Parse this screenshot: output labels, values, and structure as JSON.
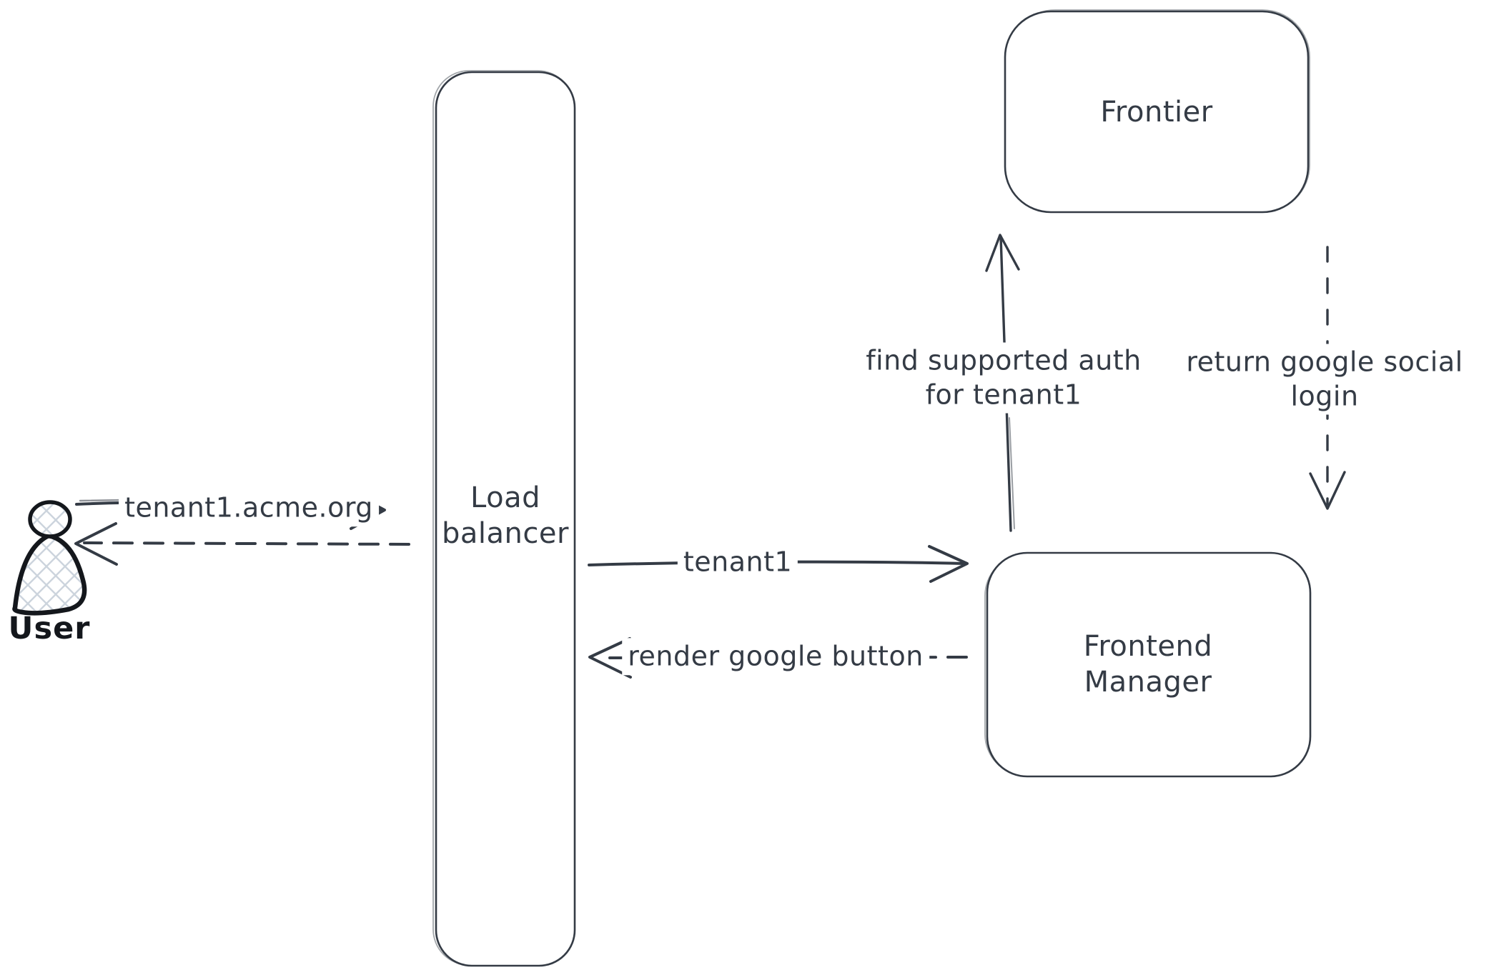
{
  "colors": {
    "stroke": "#343b45",
    "user_stroke": "#14171c",
    "crosshatch": "#ccd4dd",
    "background": "#ffffff"
  },
  "nodes": {
    "user": {
      "label": "User",
      "icon": "person-icon"
    },
    "load_balancer": {
      "label": "Load balancer"
    },
    "frontier": {
      "label": "Frontier"
    },
    "frontend_manager": {
      "label": "Frontend Manager"
    }
  },
  "messages": {
    "user_to_lb": {
      "label": "tenant1.acme.org",
      "style": "solid",
      "direction": "right"
    },
    "lb_to_user": {
      "label": "",
      "style": "dashed",
      "direction": "left"
    },
    "lb_to_fm": {
      "label": "tenant1",
      "style": "solid",
      "direction": "right"
    },
    "fm_to_lb": {
      "label": "render google button",
      "style": "dashed",
      "direction": "left"
    },
    "fm_to_frontier": {
      "label": "find supported auth for tenant1",
      "style": "solid",
      "direction": "up"
    },
    "frontier_to_fm": {
      "label": "return google social login",
      "style": "dashed",
      "direction": "down"
    }
  }
}
